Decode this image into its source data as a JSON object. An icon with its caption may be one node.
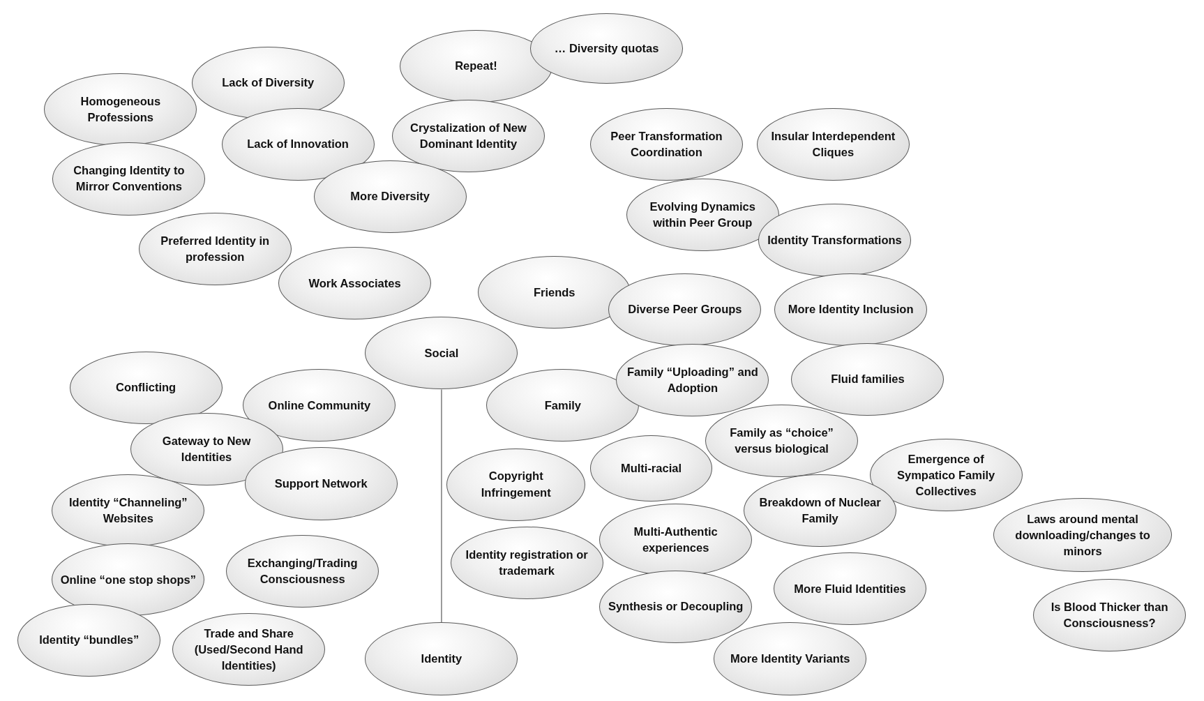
{
  "diagram": {
    "nodes": [
      {
        "text": [
          "Homogeneous Professions"
        ]
      },
      {
        "text": [
          "Lack of Diversity"
        ]
      },
      {
        "text": [
          "Repeat!"
        ]
      },
      {
        "text": [
          "… Diversity quotas"
        ]
      },
      {
        "text": [
          "Lack of Innovation"
        ]
      },
      {
        "text": [
          "Crystalization of New Dominant Identity"
        ]
      },
      {
        "text": [
          "Changing Identity to Mirror Conventions"
        ]
      },
      {
        "text": [
          "More Diversity"
        ]
      },
      {
        "text": [
          "Peer Transformation Coordination"
        ]
      },
      {
        "text": [
          "Insular Interdependent Cliques"
        ]
      },
      {
        "text": [
          "Evolving Dynamics within Peer Group"
        ]
      },
      {
        "text": [
          "Identity Transformations"
        ]
      },
      {
        "text": [
          "Preferred Identity in profession"
        ]
      },
      {
        "text": [
          "Work Associates"
        ]
      },
      {
        "text": [
          "Friends"
        ]
      },
      {
        "text": [
          "Diverse Peer Groups"
        ]
      },
      {
        "text": [
          "More Identity Inclusion"
        ]
      },
      {
        "text": [
          "Social"
        ]
      },
      {
        "text": [
          "Conflicting"
        ]
      },
      {
        "text": [
          "Online Community"
        ]
      },
      {
        "text": [
          "Family"
        ]
      },
      {
        "text": [
          "Family “Uploading” and Adoption"
        ]
      },
      {
        "text": [
          "Fluid families"
        ]
      },
      {
        "text": [
          "Gateway to New Identities"
        ]
      },
      {
        "text": [
          "Family as “choice” versus biological"
        ]
      },
      {
        "text": [
          "Emergence of Sympatico Family Collectives"
        ]
      },
      {
        "text": [
          "Support Network"
        ]
      },
      {
        "text": [
          "Copyright Infringement"
        ]
      },
      {
        "text": [
          "Multi-racial"
        ]
      },
      {
        "text": [
          "Identity “Channeling” Websites"
        ]
      },
      {
        "text": [
          "Breakdown of Nuclear Family"
        ]
      },
      {
        "text": [
          "Laws around mental downloading/changes to minors"
        ]
      },
      {
        "text": [
          "Multi-Authentic experiences"
        ]
      },
      {
        "text": [
          "Online “one stop shops”"
        ]
      },
      {
        "text": [
          "Exchanging/Trading Consciousness"
        ]
      },
      {
        "text": [
          "Identity registration or trademark"
        ]
      },
      {
        "text": [
          "More Fluid Identities"
        ]
      },
      {
        "text": [
          "Synthesis or Decoupling"
        ]
      },
      {
        "text": [
          "Is Blood Thicker than Consciousness?"
        ]
      },
      {
        "text": [
          "Identity “bundles”"
        ]
      },
      {
        "text": [
          "Trade and Share (Used/Second Hand Identities)"
        ]
      },
      {
        "text": [
          "Identity"
        ]
      },
      {
        "text": [
          "More Identity Variants"
        ]
      }
    ],
    "edges": [
      {
        "from": 17,
        "to": 41,
        "arrow": "none"
      }
    ]
  }
}
